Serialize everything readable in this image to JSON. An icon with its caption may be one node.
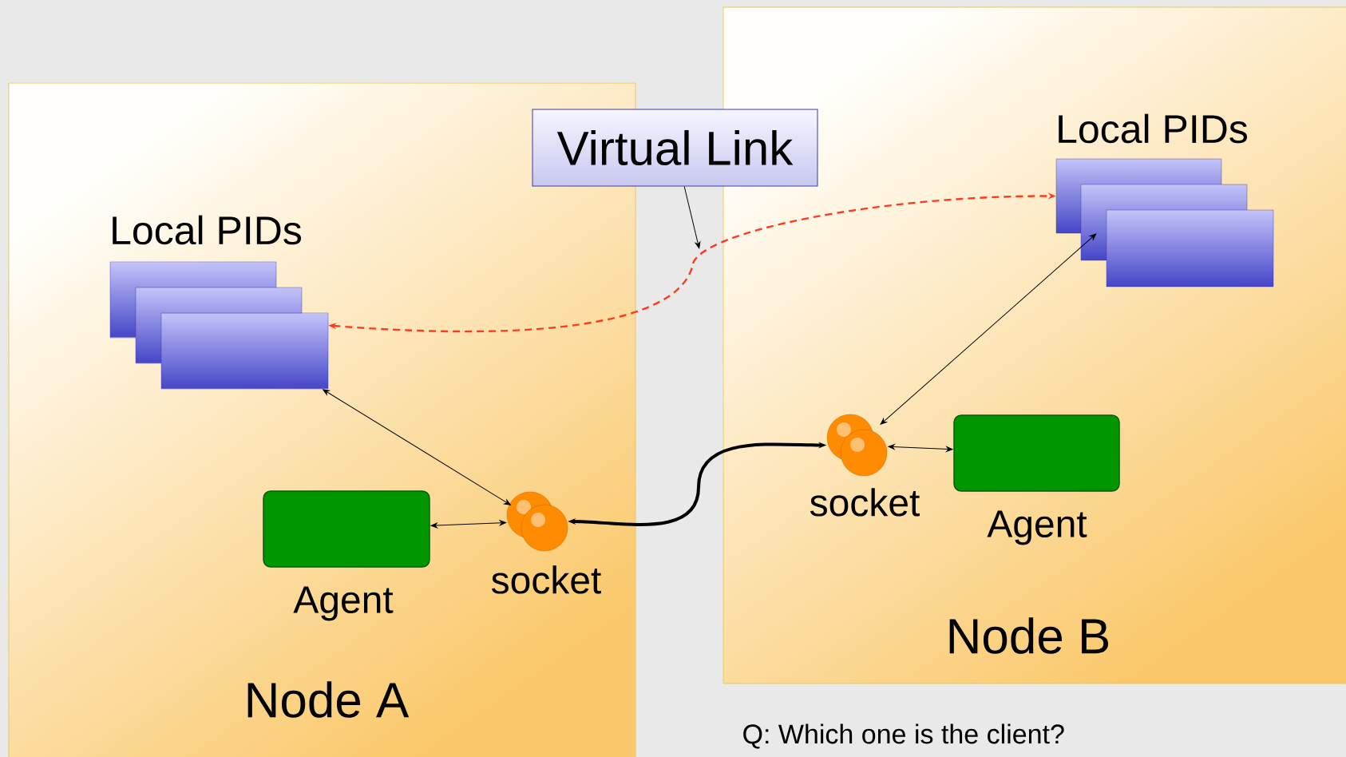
{
  "diagram": {
    "nodes": [
      {
        "text": [
          "Node A"
        ]
      },
      {
        "text": [
          "Node B"
        ]
      },
      {
        "text": [
          "Local PIDs"
        ],
        "in": 0
      },
      {
        "text": [
          "Agent"
        ],
        "in": 0
      },
      {
        "text": [
          "socket"
        ],
        "in": 0
      },
      {
        "text": [
          "Virtual Link"
        ]
      },
      {
        "text": [
          "Local PIDs"
        ],
        "in": 1
      },
      {
        "text": [
          "socket"
        ],
        "in": 1
      },
      {
        "text": [
          "Agent"
        ],
        "in": 1
      }
    ],
    "edges": [
      {
        "from": 2,
        "to": 4,
        "arrow": "both"
      },
      {
        "from": 3,
        "to": 4,
        "arrow": "both"
      },
      {
        "from": 4,
        "to": 7,
        "arrow": "both",
        "style": "thick"
      },
      {
        "from": 7,
        "to": 6,
        "arrow": "both"
      },
      {
        "from": 7,
        "to": 8,
        "arrow": "both"
      },
      {
        "from": 2,
        "to": 6,
        "arrow": "both",
        "style": "dashed",
        "color": "#ff3b1f"
      },
      {
        "from": 5,
        "to": null,
        "arrow": "to"
      }
    ],
    "labels": [
      "Q: Which one is the client?"
    ]
  }
}
